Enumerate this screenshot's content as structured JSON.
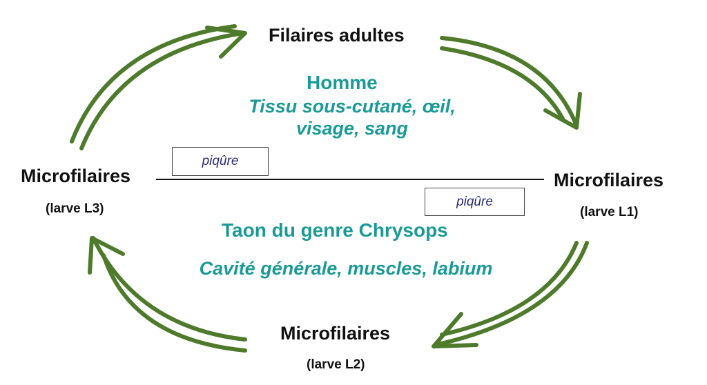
{
  "cycle": {
    "top_node": "Filaires adultes",
    "right_node": "Microfilaires",
    "right_stage": "(larve L1)",
    "bottom_node": "Microfilaires",
    "bottom_stage": "(larve L2)",
    "left_node": "Microfilaires",
    "left_stage": "(larve L3)"
  },
  "human_host": {
    "name": "Homme",
    "sites_line1": "Tissu  sous-cutané, œil,",
    "sites_line2": "visage, sang"
  },
  "vector_host": {
    "name": "Taon du genre Chrysops",
    "sites": "Cavité générale, muscles, labium"
  },
  "transmission": {
    "label_top": "piqûre",
    "label_bottom": "piqûre"
  },
  "colors": {
    "arrow": "#4e7a2c",
    "host_text": "#1a9a96",
    "box_text": "#2a2a7a"
  }
}
